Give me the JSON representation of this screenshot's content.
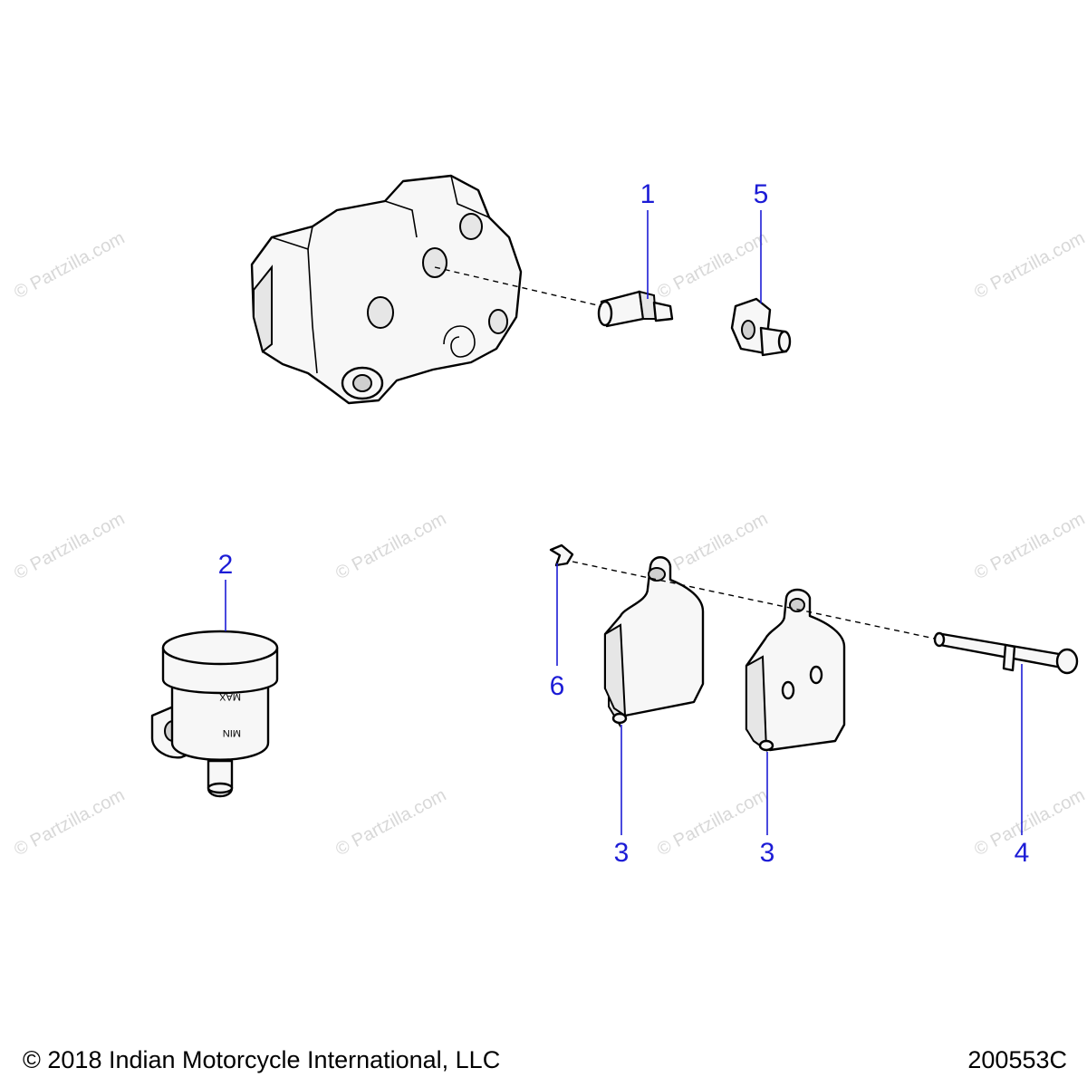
{
  "watermark": "© Partzilla.com",
  "callouts": {
    "c1": "1",
    "c2": "2",
    "c3a": "3",
    "c3b": "3",
    "c4": "4",
    "c5": "5",
    "c6": "6"
  },
  "reservoir": {
    "max_label": "MAX",
    "min_label": "MIN"
  },
  "footer": {
    "copyright": "© 2018 Indian Motorcycle International, LLC",
    "drawing_number": "200553C"
  },
  "colors": {
    "callout": "#1c1cd6",
    "watermark": "#d8d8d8",
    "line": "#000000"
  }
}
